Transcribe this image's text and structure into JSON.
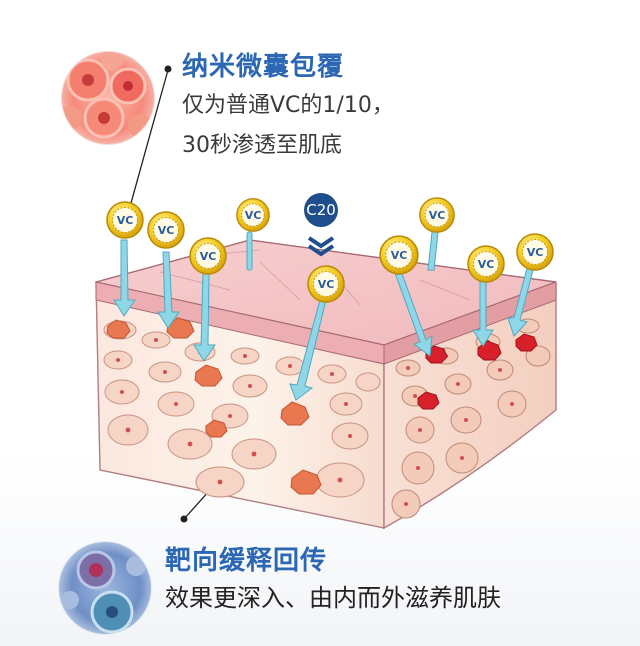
{
  "top_callout": {
    "title": "纳米微囊包覆",
    "line1": "仅为普通VC的1/10，",
    "line2": "30秒渗透至肌底"
  },
  "bottom_callout": {
    "title": "靶向缓释回传",
    "line1": "效果更深入、由内而外滋养肌肤"
  },
  "capsule_label": "VC",
  "badge_label": "C20",
  "colors": {
    "title_blue": "#2b67b3",
    "vc_yellow": "#f2c51c",
    "arrow_cyan": "#8fd7e6",
    "skin_pink": "#f2c1c4",
    "cell_orange": "#e9774f",
    "cell_red": "#d8202b",
    "badge_navy": "#1f4e8c"
  }
}
